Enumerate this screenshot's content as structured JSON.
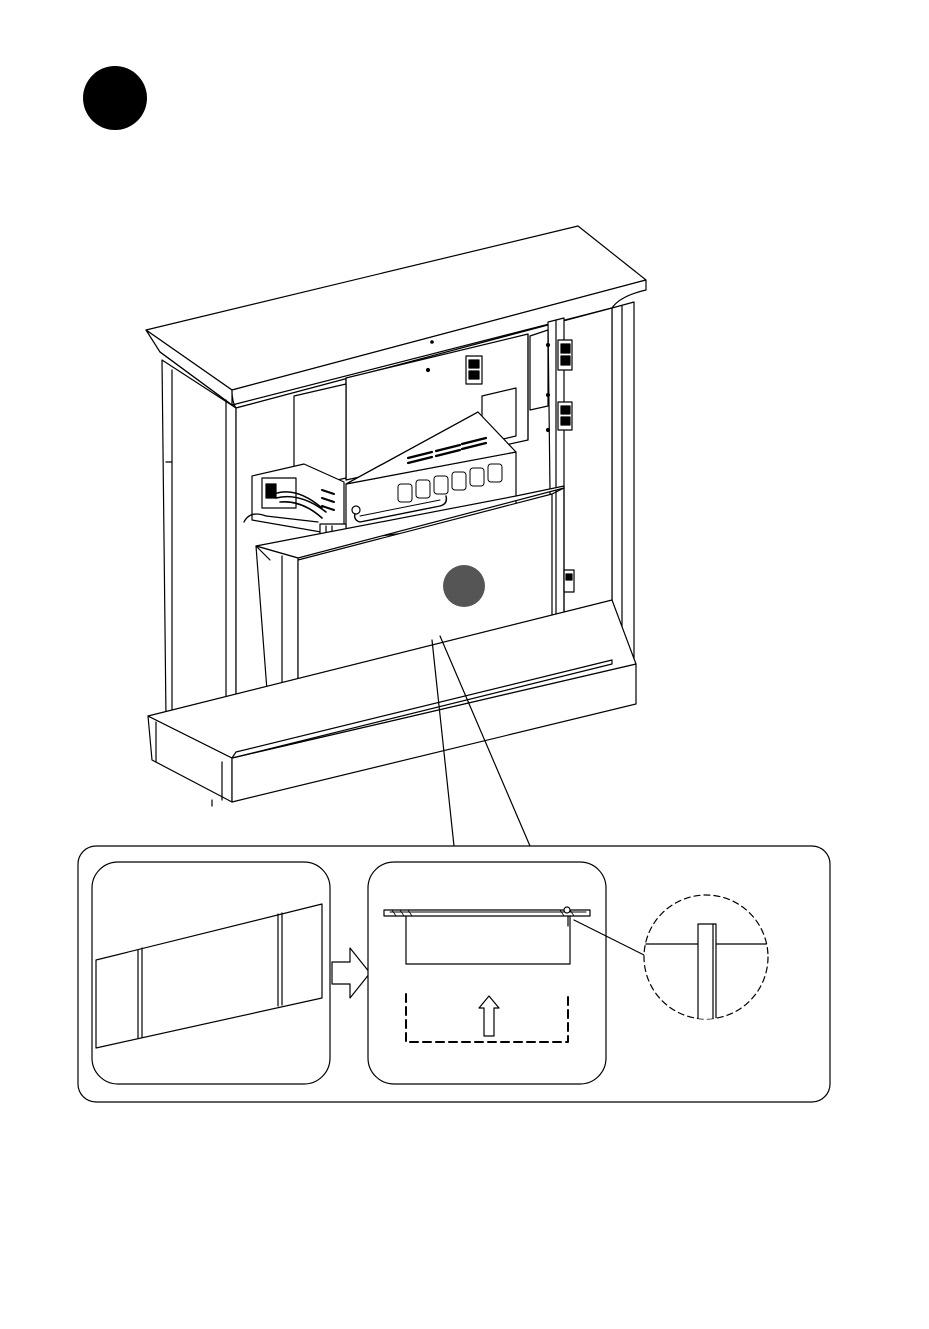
{
  "figure": {
    "step_badge": {
      "label": "",
      "fill": "#000000"
    },
    "part_badge": {
      "label": "",
      "fill": "#555555"
    },
    "line_color": "#000000",
    "fill_light": "#ffffff",
    "fill_shade": "#f2f2f2"
  },
  "detail_panels": [
    {
      "id": "panel-before",
      "description_visible": false
    },
    {
      "id": "panel-after",
      "description_visible": false
    },
    {
      "id": "magnifier",
      "description_visible": false
    }
  ]
}
